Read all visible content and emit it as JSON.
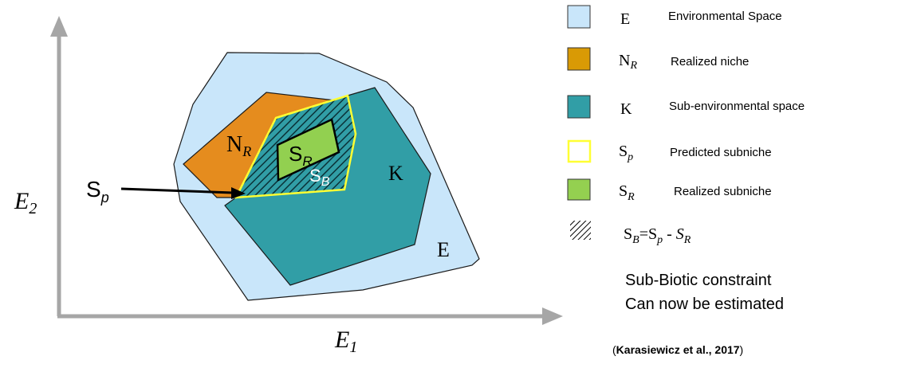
{
  "axes": {
    "x_label": "E",
    "x_label_sub": "1",
    "y_label": "E",
    "y_label_sub": "2"
  },
  "regions": {
    "e_label": "E",
    "nr_label": "N",
    "nr_label_sub": "R",
    "k_label": "K",
    "sr_label": "S",
    "sr_label_sub": "R",
    "sb_label": "S",
    "sb_label_sub": "B",
    "sp_label": "S",
    "sp_label_sub": "p"
  },
  "legend": {
    "items": [
      {
        "symbol": "E",
        "sub": "",
        "text": "Environmental Space",
        "color": "#c9e6fa"
      },
      {
        "symbol": "N",
        "sub": "R",
        "text": "Realized niche",
        "color": "#d99a05"
      },
      {
        "symbol": "K",
        "sub": "",
        "text": "Sub-environmental space",
        "color": "#319ea6"
      },
      {
        "symbol": "S",
        "sub": "p",
        "text": "Predicted subniche",
        "color": "#ffffff"
      },
      {
        "symbol": "S",
        "sub": "R",
        "text": "Realized subniche",
        "color": "#94d050"
      }
    ],
    "formula": {
      "lhs": "S",
      "lhs_sub": "B",
      "eq": "=S",
      "rhs1_sub": "p",
      "minus": " - ",
      "rhs2": "S",
      "rhs2_sub": "R"
    }
  },
  "notes": {
    "line1": "Sub-Biotic constraint",
    "line2": "Can now be estimated",
    "citation_open": "(",
    "citation": "Karasiewicz et al., 2017",
    "citation_close": ")"
  },
  "colors": {
    "axis": "#a6a6a6",
    "env_space": "#c9e6fa",
    "realized_niche": "#e58c1e",
    "sub_env_space": "#319ea6",
    "predicted_border": "#ffff33",
    "realized_subniche": "#92d050"
  }
}
